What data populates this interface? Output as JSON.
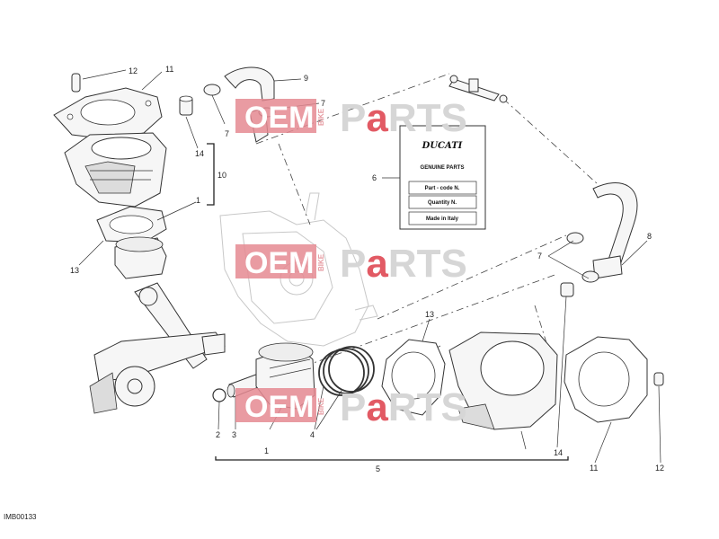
{
  "diagram": {
    "drawing_code": "IMB00133",
    "callouts": {
      "c1_top": "1",
      "c1_bottom": "1",
      "c2": "2",
      "c3": "3",
      "c4_left": "4",
      "c5": "5",
      "c6": "6",
      "c7_top": "7",
      "c7_pipe": "7",
      "c7_right": "7",
      "c8": "8",
      "c9": "9",
      "c10": "10",
      "c11_top": "11",
      "c11_bottom": "11",
      "c12_top": "12",
      "c12_bottom": "12",
      "c13_left": "13",
      "c13_center": "13",
      "c14_top": "14",
      "c14_bottom": "14"
    },
    "card": {
      "brand": "DUCATI",
      "subtitle": "GENUINE PARTS",
      "row1": "Part - code N.",
      "row2": "Quantity N.",
      "row3": "Made in Italy"
    },
    "watermark": {
      "oem": "OEM",
      "bike": "BIKE",
      "par": "P",
      "a": "a",
      "rts": "RTS",
      "color_red": "#e25a64"
    }
  }
}
